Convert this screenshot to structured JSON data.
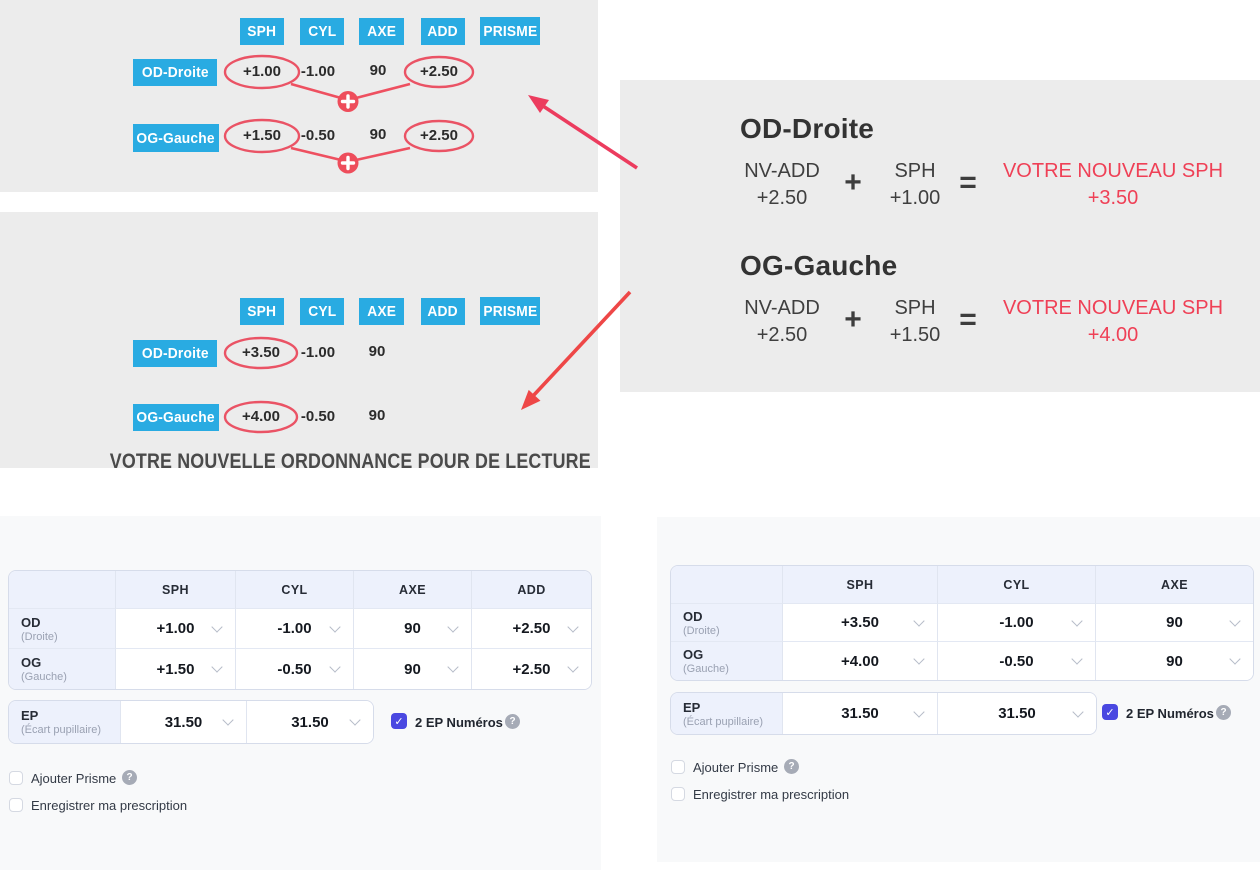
{
  "colors": {
    "panel_gray": "#ececec",
    "chip_blue": "#29abe2",
    "annotation_red": "#ee4d5b",
    "arrow_red": "#ec3c5e",
    "formula_red": "#ef4056",
    "checkbox_indigo": "#4a48e1",
    "card_bg": "#f8f9fa",
    "table_header_bg": "#edf1fc"
  },
  "icons": {
    "check": "✓",
    "help": "?",
    "plus_badge": "+"
  },
  "old_rx": {
    "columns": [
      "SPH",
      "CYL",
      "AXE",
      "ADD",
      "PRISME"
    ],
    "rows": [
      {
        "label": "OD-Droite",
        "sph": "+1.00",
        "cyl": "-1.00",
        "axe": "90",
        "add": "+2.50"
      },
      {
        "label": "OG-Gauche",
        "sph": "+1.50",
        "cyl": "-0.50",
        "axe": "90",
        "add": "+2.50"
      }
    ]
  },
  "new_rx": {
    "title": "VOTRE NOUVELLE ORDONNANCE POUR DE LECTURE",
    "columns": [
      "SPH",
      "CYL",
      "AXE",
      "ADD",
      "PRISME"
    ],
    "rows": [
      {
        "label": "OD-Droite",
        "sph": "+3.50",
        "cyl": "-1.00",
        "axe": "90"
      },
      {
        "label": "OG-Gauche",
        "sph": "+4.00",
        "cyl": "-0.50",
        "axe": "90"
      }
    ]
  },
  "formula_panel": {
    "sections": [
      {
        "heading": "OD-Droite",
        "term1_label": "NV-ADD",
        "term1_value": "+2.50",
        "op": "+",
        "term2_label": "SPH",
        "term2_value": "+1.00",
        "eq": "=",
        "result_label": "VOTRE NOUVEAU SPH",
        "result_value": "+3.50"
      },
      {
        "heading": "OG-Gauche",
        "term1_label": "NV-ADD",
        "term1_value": "+2.50",
        "op": "+",
        "term2_label": "SPH",
        "term2_value": "+1.50",
        "eq": "=",
        "result_label": "VOTRE NOUVEAU SPH",
        "result_value": "+4.00"
      }
    ]
  },
  "form_left": {
    "columns": [
      "SPH",
      "CYL",
      "AXE",
      "ADD"
    ],
    "rows": [
      {
        "label": "OD",
        "sublabel": "(Droite)",
        "values": [
          "+1.00",
          "-1.00",
          "90",
          "+2.50"
        ]
      },
      {
        "label": "OG",
        "sublabel": "(Gauche)",
        "values": [
          "+1.50",
          "-0.50",
          "90",
          "+2.50"
        ]
      }
    ],
    "ep": {
      "label": "EP",
      "sublabel": "(Écart pupillaire)",
      "values": [
        "31.50",
        "31.50"
      ],
      "checkbox_label": "2 EP Numéros",
      "checked": true
    },
    "options": [
      {
        "label": "Ajouter Prisme",
        "checked": false,
        "has_help": true
      },
      {
        "label": "Enregistrer ma prescription",
        "checked": false,
        "has_help": false
      }
    ]
  },
  "form_right": {
    "columns": [
      "SPH",
      "CYL",
      "AXE"
    ],
    "rows": [
      {
        "label": "OD",
        "sublabel": "(Droite)",
        "values": [
          "+3.50",
          "-1.00",
          "90"
        ]
      },
      {
        "label": "OG",
        "sublabel": "(Gauche)",
        "values": [
          "+4.00",
          "-0.50",
          "90"
        ]
      }
    ],
    "ep": {
      "label": "EP",
      "sublabel": "(Écart pupillaire)",
      "values": [
        "31.50",
        "31.50"
      ],
      "checkbox_label": "2 EP Numéros",
      "checked": true
    },
    "options": [
      {
        "label": "Ajouter Prisme",
        "checked": false,
        "has_help": true
      },
      {
        "label": "Enregistrer ma prescription",
        "checked": false,
        "has_help": false
      }
    ]
  }
}
